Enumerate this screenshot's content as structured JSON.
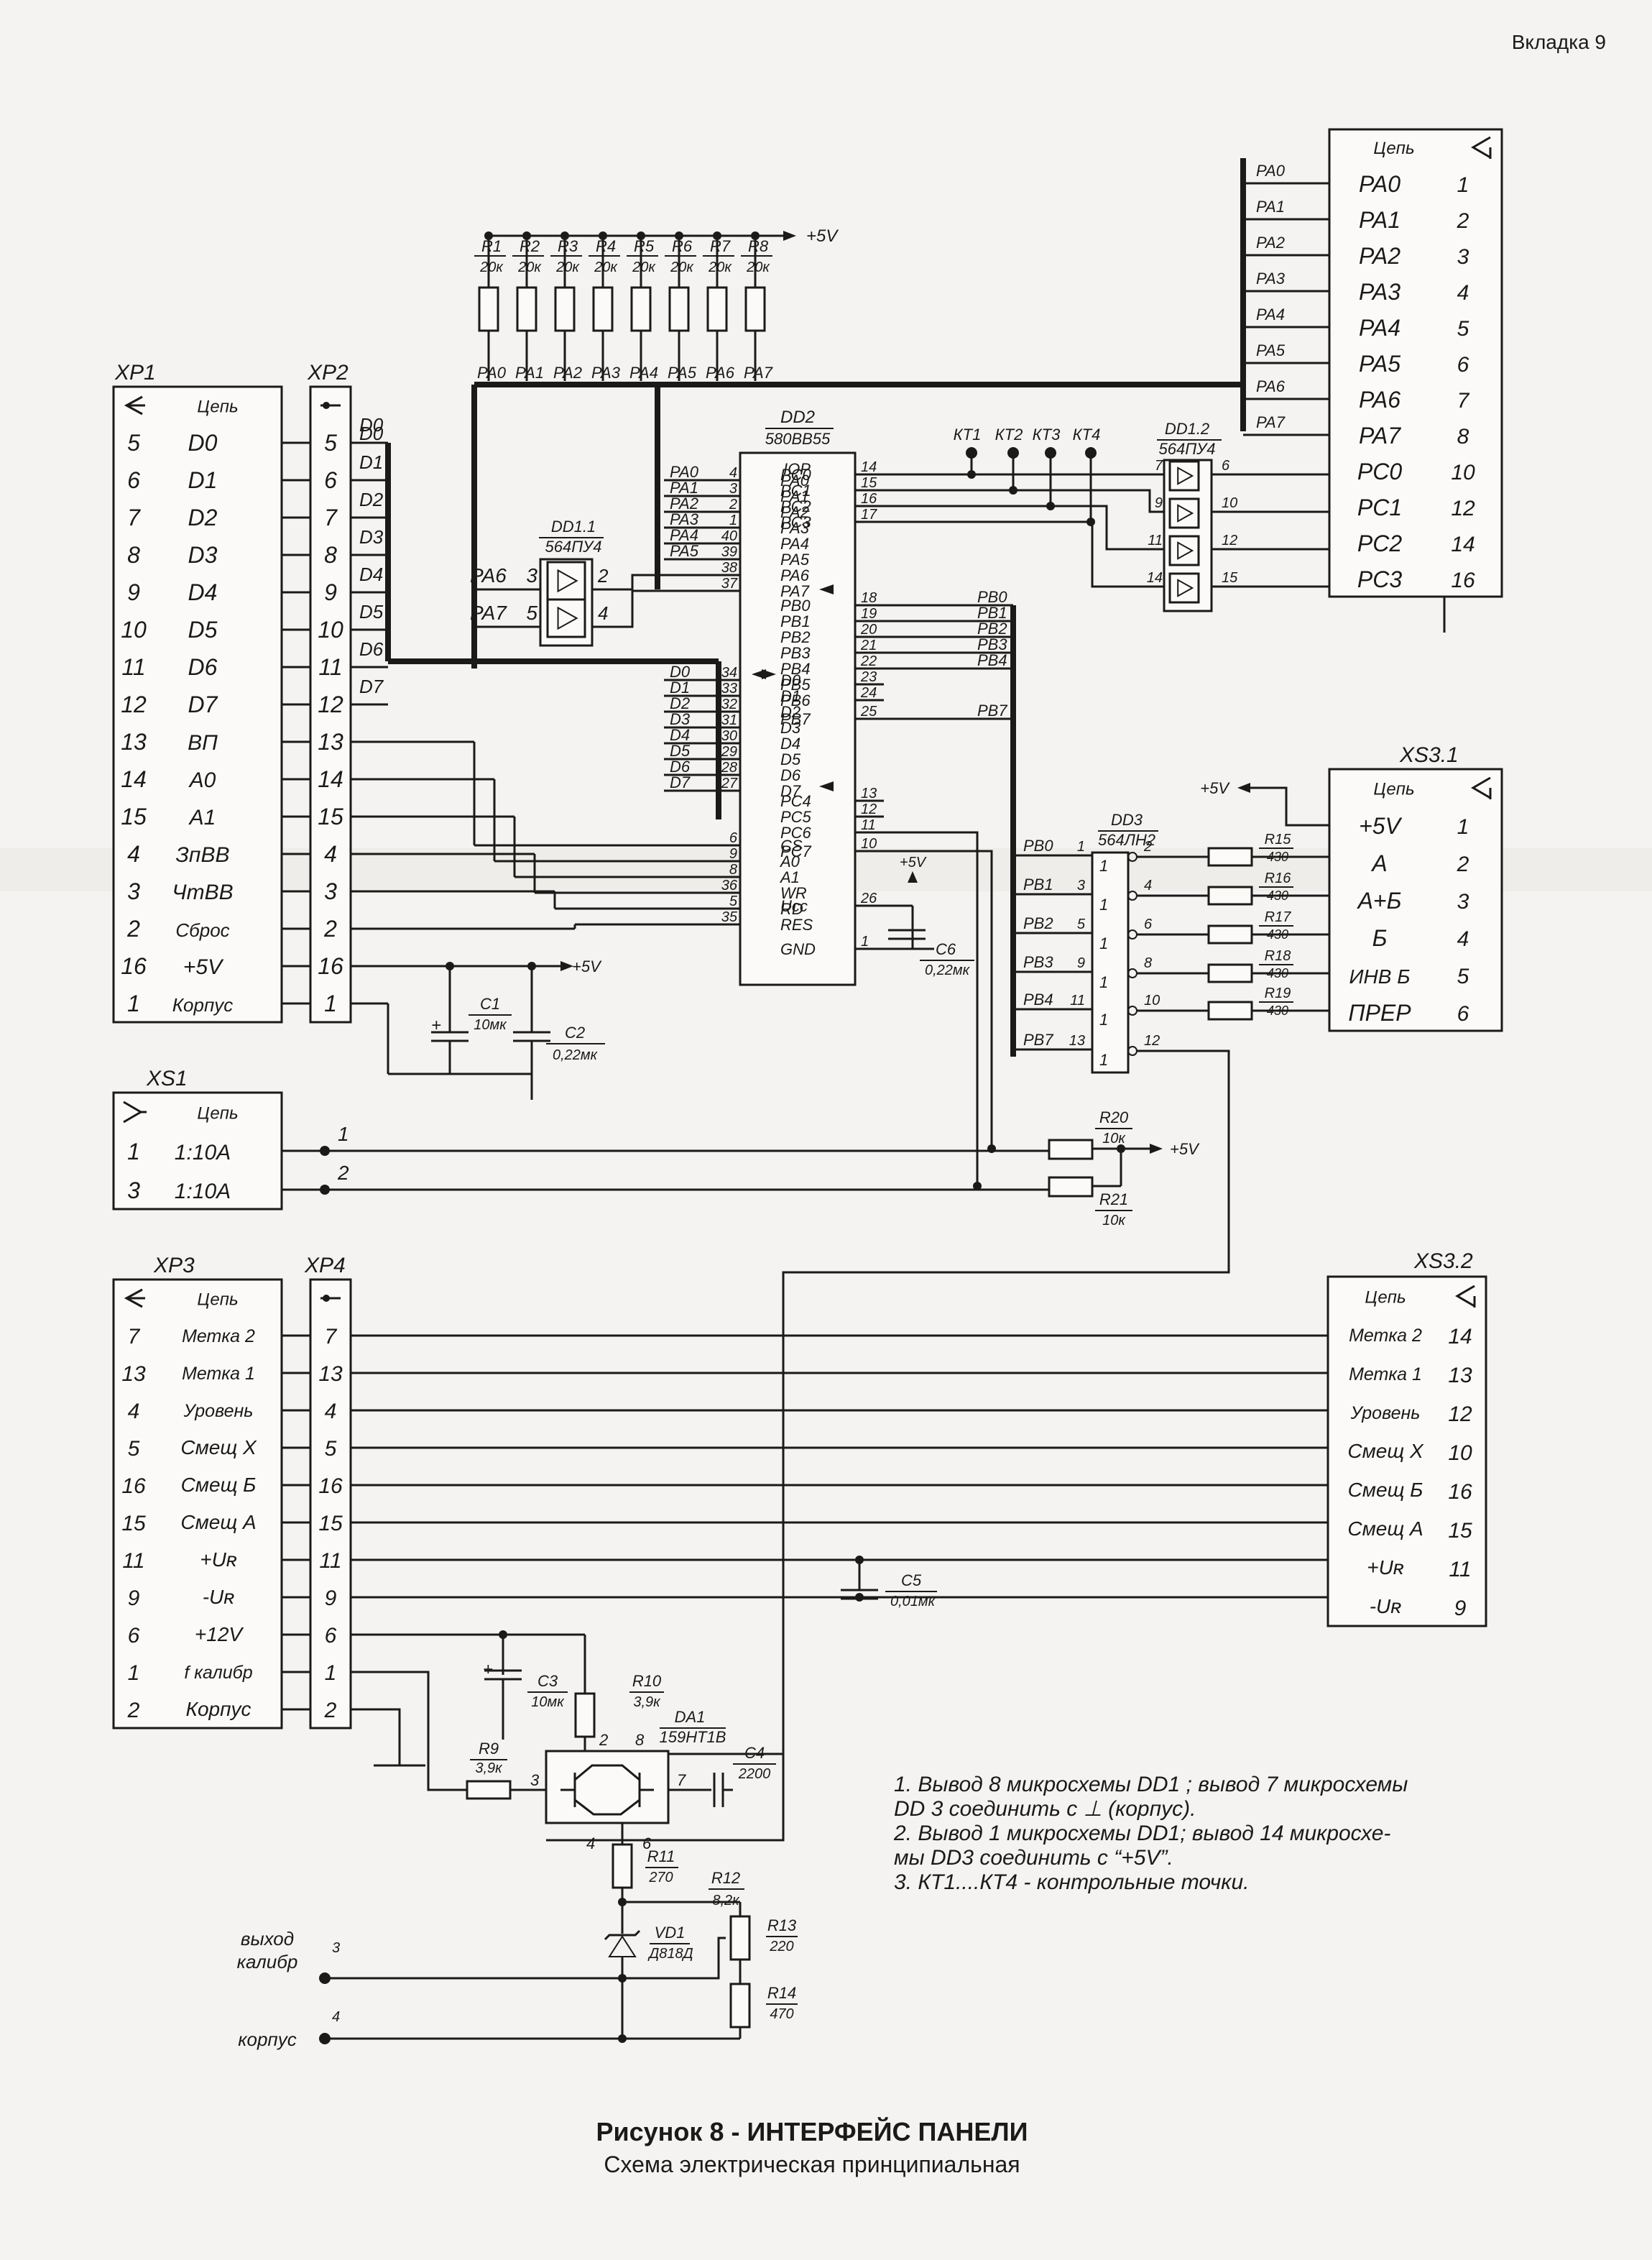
{
  "header": {
    "tab": "Вкладка 9"
  },
  "caption": {
    "title": "Рисунок 8 - ИНТЕРФЕЙС ПАНЕЛИ",
    "subtitle": "Схема электрическая принципиальная"
  },
  "notes": [
    "1. Вывод 8 микросхемы DD1 ; вывод 7 микросхемы",
    "DD 3 соединить с  ⊥  (корпус).",
    "2. Вывод 1 микросхемы DD1; вывод 14 микросхе-",
    "мы DD3 соединить с “+5V”.",
    "3. КТ1....КТ4 - контрольные точки."
  ],
  "common": {
    "chain_header": "Цепь",
    "plus5v": "+5V"
  },
  "xp1": {
    "title": "XP1",
    "rows": [
      {
        "pin": "5",
        "name": "D0"
      },
      {
        "pin": "6",
        "name": "D1"
      },
      {
        "pin": "7",
        "name": "D2"
      },
      {
        "pin": "8",
        "name": "D3"
      },
      {
        "pin": "9",
        "name": "D4"
      },
      {
        "pin": "10",
        "name": "D5"
      },
      {
        "pin": "11",
        "name": "D6"
      },
      {
        "pin": "12",
        "name": "D7"
      },
      {
        "pin": "13",
        "name": "ВП"
      },
      {
        "pin": "14",
        "name": "A0"
      },
      {
        "pin": "15",
        "name": "A1"
      },
      {
        "pin": "4",
        "name": "ЗпВВ"
      },
      {
        "pin": "3",
        "name": "ЧтВВ"
      },
      {
        "pin": "2",
        "name": "Сброс"
      },
      {
        "pin": "16",
        "name": "+5V"
      },
      {
        "pin": "1",
        "name": "Корпус"
      }
    ]
  },
  "xp2": {
    "title": "XP2",
    "pins": [
      "5",
      "6",
      "7",
      "8",
      "9",
      "10",
      "11",
      "12",
      "13",
      "14",
      "15",
      "4",
      "3",
      "2",
      "16",
      "1"
    ]
  },
  "data_bus": [
    "D0",
    "D1",
    "D2",
    "D3",
    "D4",
    "D5",
    "D6",
    "D7"
  ],
  "xs1": {
    "title": "XS1",
    "rows": [
      {
        "pin": "1",
        "name": "1:10A",
        "wire": "1"
      },
      {
        "pin": "3",
        "name": "1:10A",
        "wire": "2"
      }
    ]
  },
  "xp3": {
    "title": "XP3",
    "rows": [
      {
        "pin": "7",
        "name": "Метка 2"
      },
      {
        "pin": "13",
        "name": "Метка 1"
      },
      {
        "pin": "4",
        "name": "Уровень"
      },
      {
        "pin": "5",
        "name": "Смещ X"
      },
      {
        "pin": "16",
        "name": "Смещ Б"
      },
      {
        "pin": "15",
        "name": "Смещ А"
      },
      {
        "pin": "11",
        "name": "+Uʀ"
      },
      {
        "pin": "9",
        "name": "-Uʀ"
      },
      {
        "pin": "6",
        "name": "+12V"
      },
      {
        "pin": "1",
        "name": "f калибр"
      },
      {
        "pin": "2",
        "name": "Корпус"
      }
    ]
  },
  "xp4": {
    "title": "XP4",
    "pins": [
      "7",
      "13",
      "4",
      "5",
      "16",
      "15",
      "11",
      "9",
      "6",
      "1",
      "2"
    ]
  },
  "xs32": {
    "title": "XS3.2",
    "rows": [
      {
        "pin": "14",
        "name": "Метка 2"
      },
      {
        "pin": "13",
        "name": "Метка 1"
      },
      {
        "pin": "12",
        "name": "Уровень"
      },
      {
        "pin": "10",
        "name": "Смещ X"
      },
      {
        "pin": "16",
        "name": "Смещ Б"
      },
      {
        "pin": "15",
        "name": "Смещ А"
      },
      {
        "pin": "11",
        "name": "+Uʀ"
      },
      {
        "pin": "9",
        "name": "-Uʀ"
      }
    ]
  },
  "right_conn": {
    "rows": [
      {
        "pin": "1",
        "name": "PA0",
        "wire": "PA0"
      },
      {
        "pin": "2",
        "name": "PA1",
        "wire": "PA1"
      },
      {
        "pin": "3",
        "name": "PA2",
        "wire": "PA2"
      },
      {
        "pin": "4",
        "name": "PA3",
        "wire": "PA3"
      },
      {
        "pin": "5",
        "name": "PA4",
        "wire": "PA4"
      },
      {
        "pin": "6",
        "name": "PA5",
        "wire": "PA5"
      },
      {
        "pin": "7",
        "name": "PA6",
        "wire": "PA6"
      },
      {
        "pin": "8",
        "name": "PA7",
        "wire": "PA7"
      },
      {
        "pin": "10",
        "name": "PC0",
        "wire": ""
      },
      {
        "pin": "12",
        "name": "PC1",
        "wire": ""
      },
      {
        "pin": "14",
        "name": "PC2",
        "wire": ""
      },
      {
        "pin": "16",
        "name": "PC3",
        "wire": ""
      }
    ]
  },
  "xs31": {
    "title": "XS3.1",
    "rows": [
      {
        "pin": "1",
        "name": "+5V"
      },
      {
        "pin": "2",
        "name": "A"
      },
      {
        "pin": "3",
        "name": "A+Б"
      },
      {
        "pin": "4",
        "name": "Б"
      },
      {
        "pin": "5",
        "name": "ИНВ Б"
      },
      {
        "pin": "6",
        "name": "ПРЕР"
      }
    ]
  },
  "pullups": [
    {
      "ref": "R1",
      "val": "20к",
      "net": "PA0"
    },
    {
      "ref": "R2",
      "val": "20к",
      "net": "PA1"
    },
    {
      "ref": "R3",
      "val": "20к",
      "net": "PA2"
    },
    {
      "ref": "R4",
      "val": "20к",
      "net": "PA3"
    },
    {
      "ref": "R5",
      "val": "20к",
      "net": "PA4"
    },
    {
      "ref": "R6",
      "val": "20к",
      "net": "PA5"
    },
    {
      "ref": "R7",
      "val": "20к",
      "net": "PA6"
    },
    {
      "ref": "R8",
      "val": "20к",
      "net": "PA7"
    }
  ],
  "dd2": {
    "ref": "DD2",
    "part": "580ВВ55",
    "iop": "IOP",
    "left_pins": [
      {
        "num": "4",
        "name": "PA0",
        "net": "PA0"
      },
      {
        "num": "3",
        "name": "PA1",
        "net": "PA1"
      },
      {
        "num": "2",
        "name": "PA2",
        "net": "PA2"
      },
      {
        "num": "1",
        "name": "PA3",
        "net": "PA3"
      },
      {
        "num": "40",
        "name": "PA4",
        "net": "PA4"
      },
      {
        "num": "39",
        "name": "PA5",
        "net": "PA5"
      },
      {
        "num": "38",
        "name": "PA6",
        "net": ""
      },
      {
        "num": "37",
        "name": "PA7",
        "net": ""
      },
      {
        "num": "34",
        "name": "D0",
        "net": "D0"
      },
      {
        "num": "33",
        "name": "D1",
        "net": "D1"
      },
      {
        "num": "32",
        "name": "D2",
        "net": "D2"
      },
      {
        "num": "31",
        "name": "D3",
        "net": "D3"
      },
      {
        "num": "30",
        "name": "D4",
        "net": "D4"
      },
      {
        "num": "29",
        "name": "D5",
        "net": "D5"
      },
      {
        "num": "28",
        "name": "D6",
        "net": "D6"
      },
      {
        "num": "27",
        "name": "D7",
        "net": "D7"
      },
      {
        "num": "6",
        "name": "CS",
        "net": ""
      },
      {
        "num": "9",
        "name": "A0",
        "net": ""
      },
      {
        "num": "8",
        "name": "A1",
        "net": ""
      },
      {
        "num": "36",
        "name": "WR",
        "net": ""
      },
      {
        "num": "5",
        "name": "RD",
        "net": ""
      },
      {
        "num": "35",
        "name": "RES",
        "net": ""
      }
    ],
    "right_pins": [
      {
        "num": "14",
        "name": "PC0",
        "net": ""
      },
      {
        "num": "15",
        "name": "PC1",
        "net": ""
      },
      {
        "num": "16",
        "name": "PC2",
        "net": ""
      },
      {
        "num": "17",
        "name": "PC3",
        "net": ""
      },
      {
        "num": "18",
        "name": "PB0",
        "net": "PB0"
      },
      {
        "num": "19",
        "name": "PB1",
        "net": "PB1"
      },
      {
        "num": "20",
        "name": "PB2",
        "net": "PB2"
      },
      {
        "num": "21",
        "name": "PB3",
        "net": "PB3"
      },
      {
        "num": "22",
        "name": "PB4",
        "net": "PB4"
      },
      {
        "num": "23",
        "name": "PB5",
        "net": ""
      },
      {
        "num": "24",
        "name": "PB6",
        "net": ""
      },
      {
        "num": "25",
        "name": "PB7",
        "net": "PB7"
      },
      {
        "num": "13",
        "name": "PC4",
        "net": ""
      },
      {
        "num": "12",
        "name": "PC5",
        "net": ""
      },
      {
        "num": "11",
        "name": "PC6",
        "net": ""
      },
      {
        "num": "10",
        "name": "PC7",
        "net": ""
      },
      {
        "num": "26",
        "name": "Ucc",
        "net": ""
      },
      {
        "num": "1",
        "name": "GND",
        "net": ""
      }
    ]
  },
  "dd11": {
    "ref": "DD1.1",
    "part": "564ПУ4",
    "rows": [
      {
        "in_net": "PA6",
        "in": "3",
        "out": "2"
      },
      {
        "in_net": "PA7",
        "in": "5",
        "out": "4"
      }
    ]
  },
  "dd12": {
    "ref": "DD1.2",
    "part": "564ПУ4",
    "rows": [
      {
        "in": "7",
        "out": "6"
      },
      {
        "in": "9",
        "out": "10"
      },
      {
        "in": "11",
        "out": "12"
      },
      {
        "in": "14",
        "out": "15"
      }
    ]
  },
  "dd3": {
    "ref": "DD3",
    "part": "564ЛН2",
    "rows": [
      {
        "net": "PB0",
        "in": "1",
        "out": "2",
        "res": "R15",
        "val": "430"
      },
      {
        "net": "PB1",
        "in": "3",
        "out": "4",
        "res": "R16",
        "val": "430"
      },
      {
        "net": "PB2",
        "in": "5",
        "out": "6",
        "res": "R17",
        "val": "430"
      },
      {
        "net": "PB3",
        "in": "9",
        "out": "8",
        "res": "R18",
        "val": "430"
      },
      {
        "net": "PB4",
        "in": "11",
        "out": "10",
        "res": "R19",
        "val": "430"
      },
      {
        "net": "PB7",
        "in": "13",
        "out": "12",
        "res": "",
        "val": ""
      }
    ],
    "gate_label": "1"
  },
  "testpoints": [
    "КТ1",
    "КТ2",
    "КТ3",
    "КТ4"
  ],
  "caps": {
    "c1": {
      "ref": "C1",
      "val": "10мк"
    },
    "c2": {
      "ref": "C2",
      "val": "0,22мк"
    },
    "c3": {
      "ref": "C3",
      "val": "10мк"
    },
    "c4": {
      "ref": "C4",
      "val": "2200"
    },
    "c5": {
      "ref": "C5",
      "val": "0,01мк"
    },
    "c6": {
      "ref": "C6",
      "val": "0,22мк"
    }
  },
  "res": {
    "r9": {
      "ref": "R9",
      "val": "3,9к"
    },
    "r10": {
      "ref": "R10",
      "val": "3,9к"
    },
    "r11": {
      "ref": "R11",
      "val": "270"
    },
    "r12": {
      "ref": "R12",
      "val": "8,2к"
    },
    "r13": {
      "ref": "R13",
      "val": "220"
    },
    "r14": {
      "ref": "R14",
      "val": "470"
    },
    "r20": {
      "ref": "R20",
      "val": "10к"
    },
    "r21": {
      "ref": "R21",
      "val": "10к"
    }
  },
  "da1": {
    "ref": "DA1",
    "part": "159НТ1В",
    "pins": [
      "2",
      "8",
      "3",
      "7",
      "4",
      "6"
    ]
  },
  "vd1": {
    "ref": "VD1",
    "part": "Д818Д"
  },
  "outputs": [
    {
      "label": "выход\nкалибр",
      "num": "3"
    },
    {
      "label": "корпус",
      "num": "4"
    }
  ]
}
